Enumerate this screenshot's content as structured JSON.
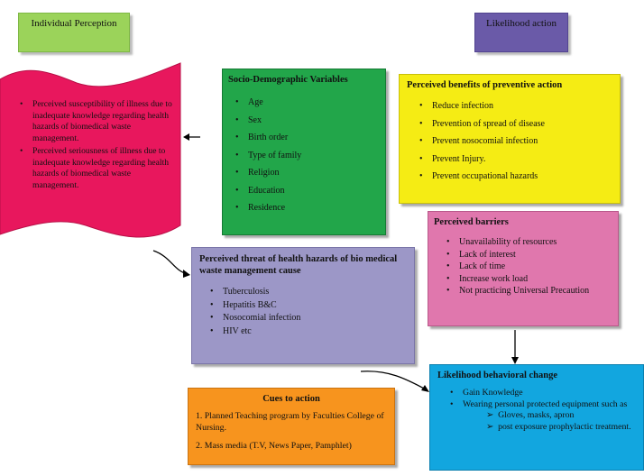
{
  "individual_perception": {
    "label": "Individual Perception"
  },
  "likelihood_action": {
    "label": "Likelihood action"
  },
  "perception_scroll": {
    "items": [
      "Perceived susceptibility of illness due to inadequate knowledge regarding health hazards of biomedical waste management.",
      "Perceived seriousness of illness due to inadequate knowledge regarding health hazards of biomedical waste management."
    ]
  },
  "socio_demographic": {
    "title": "Socio-Demographic Variables",
    "items": [
      "Age",
      "Sex",
      "Birth order",
      "Type of family",
      "Religion",
      "Education",
      "Residence"
    ]
  },
  "perceived_benefits": {
    "title": "Perceived benefits of preventive action",
    "items": [
      "Reduce infection",
      "Prevention of spread of disease",
      "Prevent nosocomial infection",
      "Prevent Injury.",
      "Prevent occupational hazards"
    ]
  },
  "perceived_barriers": {
    "title": "Perceived barriers",
    "items": [
      "Unavailability of resources",
      "Lack of interest",
      "Lack of time",
      "Increase work load",
      "Not practicing Universal Precaution"
    ]
  },
  "perceived_threat": {
    "title": "Perceived threat of health hazards of bio medical waste management cause",
    "items": [
      "Tuberculosis",
      "Hepatitis B&C",
      "Nosocomial infection",
      "HIV etc"
    ]
  },
  "cues_to_action": {
    "title": "Cues to action",
    "item1": "1. Planned Teaching program by Faculties College of Nursing.",
    "item2": "2. Mass media (T.V, News Paper, Pamphlet)"
  },
  "likelihood_change": {
    "title": "Likelihood behavioral change",
    "items": [
      "Gain Knowledge",
      "Wearing personal protected equipment such as"
    ],
    "subitems": [
      "Gloves, masks, apron",
      "post exposure prophylactic treatment."
    ]
  },
  "colors": {
    "green_label": "#9bd35a",
    "purple_label": "#6a5aa8",
    "scroll": "#e8175d",
    "green_box": "#22a64a",
    "yellow_box": "#f5ec14",
    "pink_box": "#e077ad",
    "lavender_box": "#9c97c7",
    "orange_box": "#f7941e",
    "blue_box": "#12a6df"
  }
}
